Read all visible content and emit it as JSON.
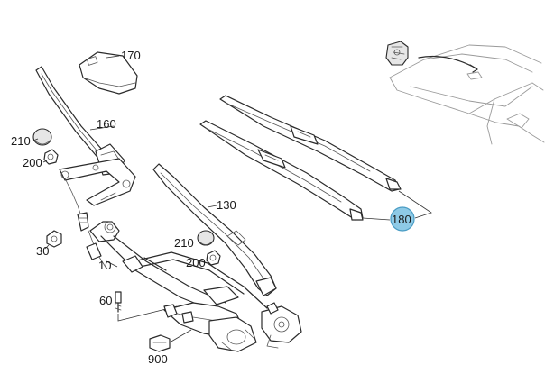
{
  "labels": {
    "p170": "170",
    "p160": "160",
    "p210a": "210",
    "p200a": "200",
    "p130": "130",
    "p180": "180",
    "p210b": "210",
    "p200b": "200",
    "p30": "30",
    "p10": "10",
    "p60": "60",
    "p900": "900"
  },
  "colors": {
    "highlight_fill": "#8ecae6",
    "highlight_stroke": "#4a9cc4",
    "line": "#2b2b2b",
    "car_outline": "#9a9a9a"
  }
}
